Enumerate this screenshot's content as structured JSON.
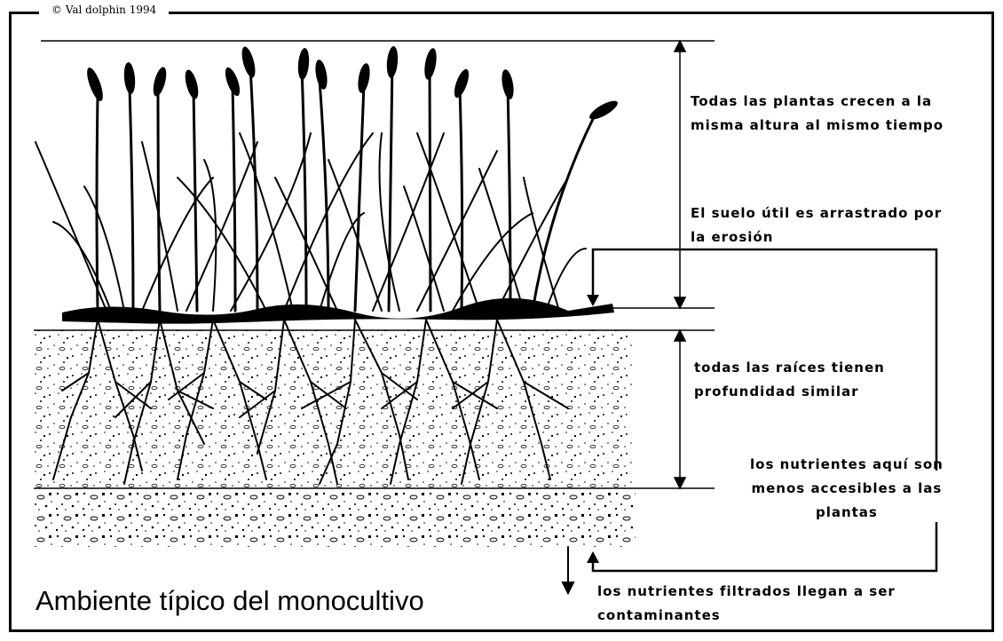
{
  "figure": {
    "copyright": "© Val dolphin 1994",
    "title": "Ambiente típico del monocultivo"
  },
  "annotations": {
    "height": [
      "Todas las plantas crecen a la",
      "misma altura al mismo tiempo"
    ],
    "erosion": [
      "El suelo útil es arrastrado por",
      "la erosión"
    ],
    "roots": [
      "todas las raíces tienen",
      "profundidad similar"
    ],
    "nutrients": [
      "los nutrientes aquí son",
      "menos accesibles a las",
      "plantas"
    ],
    "leaching": [
      "los nutrientes filtrados llegan a ser",
      "contaminantes"
    ]
  },
  "colors": {
    "ink": "#000000",
    "paper": "#ffffff"
  },
  "illustration": {
    "plant_icon": "wheat-plant-icon",
    "soil_icon": "stippled-soil-icon",
    "root_icon": "root-system-icon"
  }
}
